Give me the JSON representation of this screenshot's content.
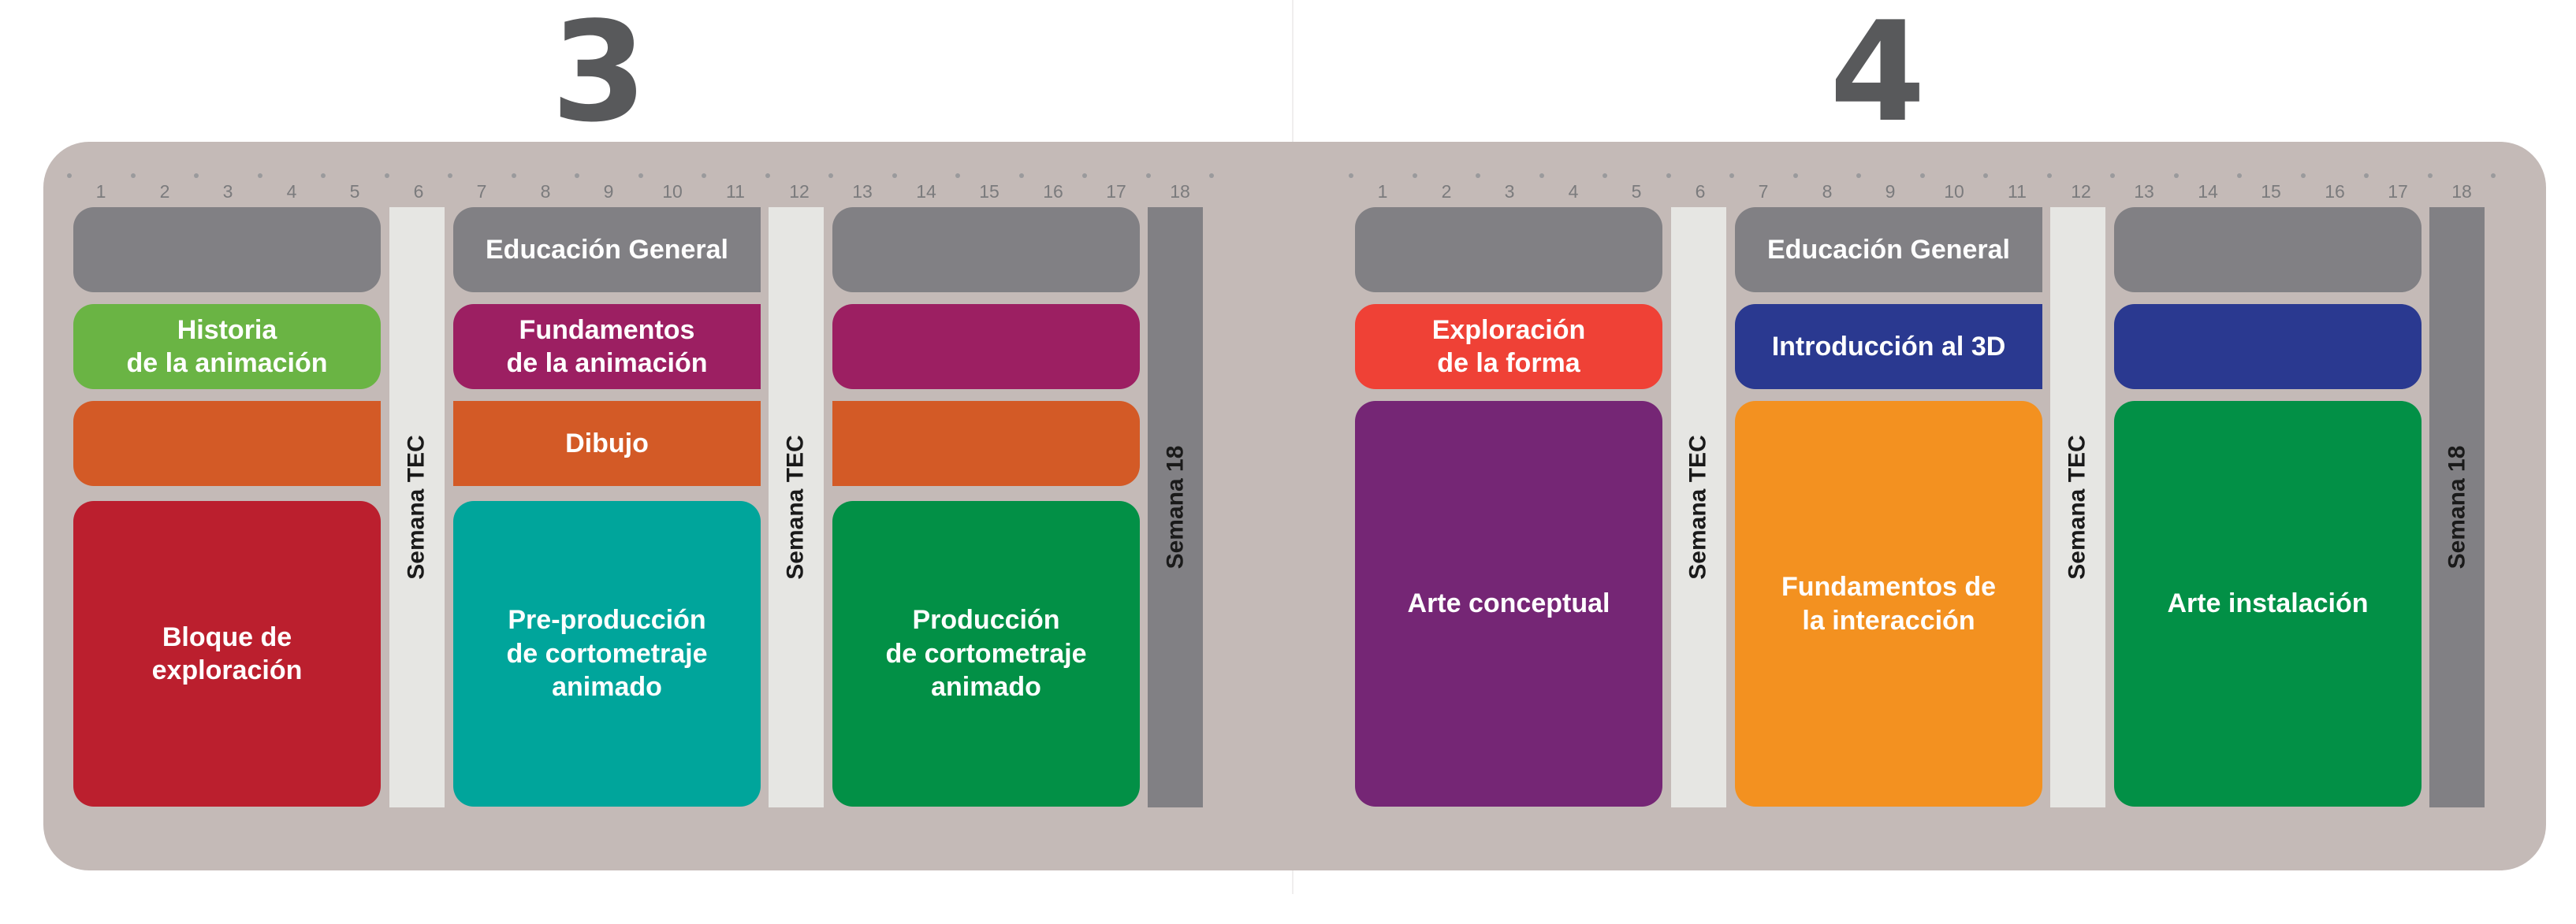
{
  "semesters": [
    {
      "number": "3",
      "weeks": [
        "1",
        "2",
        "3",
        "4",
        "5",
        "6",
        "7",
        "8",
        "9",
        "10",
        "11",
        "12",
        "13",
        "14",
        "15",
        "16",
        "17",
        "18"
      ],
      "semana_tec_1": "Semana TEC",
      "semana_tec_2": "Semana TEC",
      "semana_18": "Semana 18",
      "blocks": {
        "gen_a": "",
        "gen_b": "Educación General",
        "gen_c": "",
        "r2_a": "Historia\nde la animación",
        "r2_b": "Fundamentos\nde la animación",
        "r2_c": "",
        "r3_a": "",
        "r3_b": "Dibujo",
        "r3_c": "",
        "big_a": "Bloque de\nexploración",
        "big_b": "Pre-producción\nde cortometraje\nanimado",
        "big_c": "Producción\nde cortometraje\nanimado"
      }
    },
    {
      "number": "4",
      "weeks": [
        "1",
        "2",
        "3",
        "4",
        "5",
        "6",
        "7",
        "8",
        "9",
        "10",
        "11",
        "12",
        "13",
        "14",
        "15",
        "16",
        "17",
        "18"
      ],
      "semana_tec_1": "Semana TEC",
      "semana_tec_2": "Semana TEC",
      "semana_18": "Semana 18",
      "blocks": {
        "gen_a": "",
        "gen_b": "Educación General",
        "gen_c": "",
        "r2_a": "Exploración\nde la forma",
        "r2_b": "Introducción al 3D",
        "r2_c": "",
        "big_a": "Arte conceptual",
        "big_b": "Fundamentos de\nla interacción",
        "big_c": "Arte instalación"
      }
    }
  ],
  "colors": {
    "panel": "#c4bab7",
    "gray_block": "#818084",
    "semana_tec": "#e6e6e3",
    "semana_18": "#818084",
    "green": "#6ab444",
    "magenta": "#9c1f62",
    "orange_dark": "#d35a26",
    "red": "#bb1f2e",
    "teal": "#00a59b",
    "green_dark": "#029046",
    "red_light": "#ef4136",
    "navy": "#2a3990",
    "purple": "#752675",
    "orange": "#f39120"
  }
}
